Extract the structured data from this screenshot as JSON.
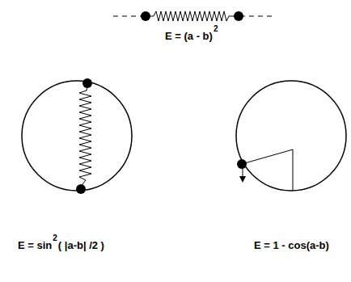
{
  "diagram": {
    "labels": [
      "E = (a - b)",
      "2",
      "E = sin",
      "2",
      "( |a-b| /2 )",
      "E = 1 - cos(a-b)"
    ]
  }
}
